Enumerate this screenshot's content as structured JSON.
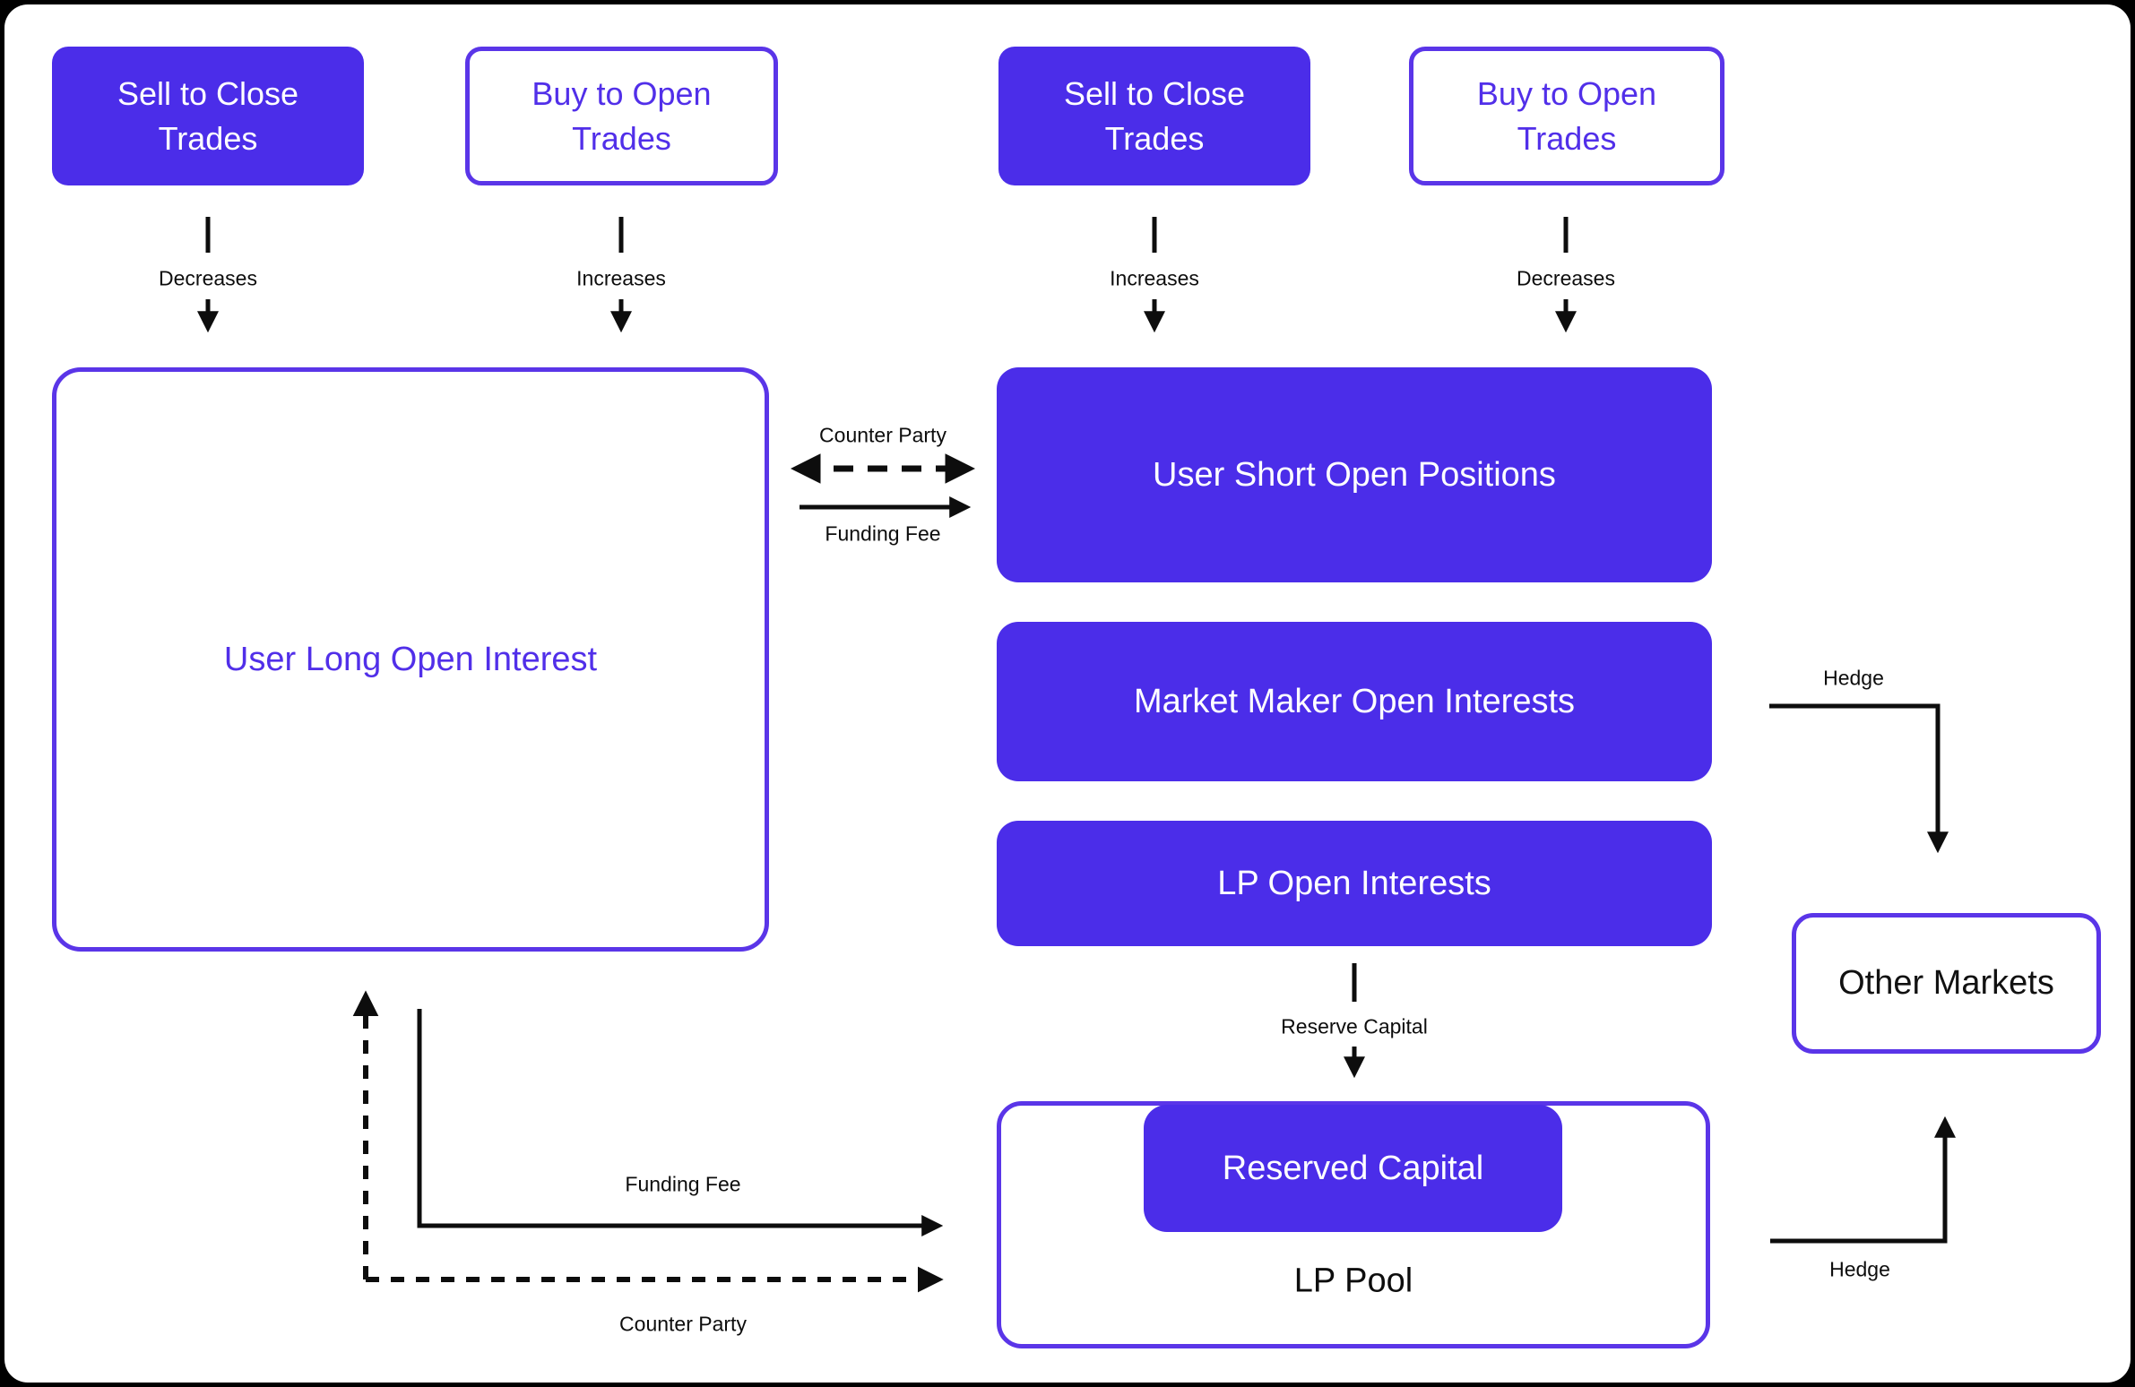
{
  "colors": {
    "background": "#000000",
    "surface": "#FFFFFF",
    "accent_fill": "#4B2DE9",
    "accent_border": "#5A35E8",
    "text_on_accent": "#FFFFFF",
    "ink": "#0D0D0D"
  },
  "top_boxes": [
    {
      "label": "Sell to Close Trades",
      "variant": "filled",
      "flow_label": "Decreases"
    },
    {
      "label": "Buy to Open Trades",
      "variant": "outline",
      "flow_label": "Increases"
    },
    {
      "label": "Sell to Close Trades",
      "variant": "filled",
      "flow_label": "Increases"
    },
    {
      "label": "Buy to Open Trades",
      "variant": "outline",
      "flow_label": "Decreases"
    }
  ],
  "long_open_interest": {
    "label": "User Long Open Interest"
  },
  "mid_link": {
    "counter_party": "Counter Party",
    "funding_fee": "Funding Fee"
  },
  "right_column": [
    {
      "label": "User Short Open Positions"
    },
    {
      "label": "Market Maker Open Interests"
    },
    {
      "label": "LP Open Interests"
    }
  ],
  "reserve_link": {
    "label": "Reserve Capital"
  },
  "lp_pool": {
    "label": "LP Pool",
    "reserved_capital": "Reserved Capital"
  },
  "other_markets": {
    "label": "Other Markets"
  },
  "hedge_top": {
    "label": "Hedge"
  },
  "hedge_bottom": {
    "label": "Hedge"
  },
  "bottom_link": {
    "funding_fee": "Funding Fee",
    "counter_party": "Counter Party"
  }
}
